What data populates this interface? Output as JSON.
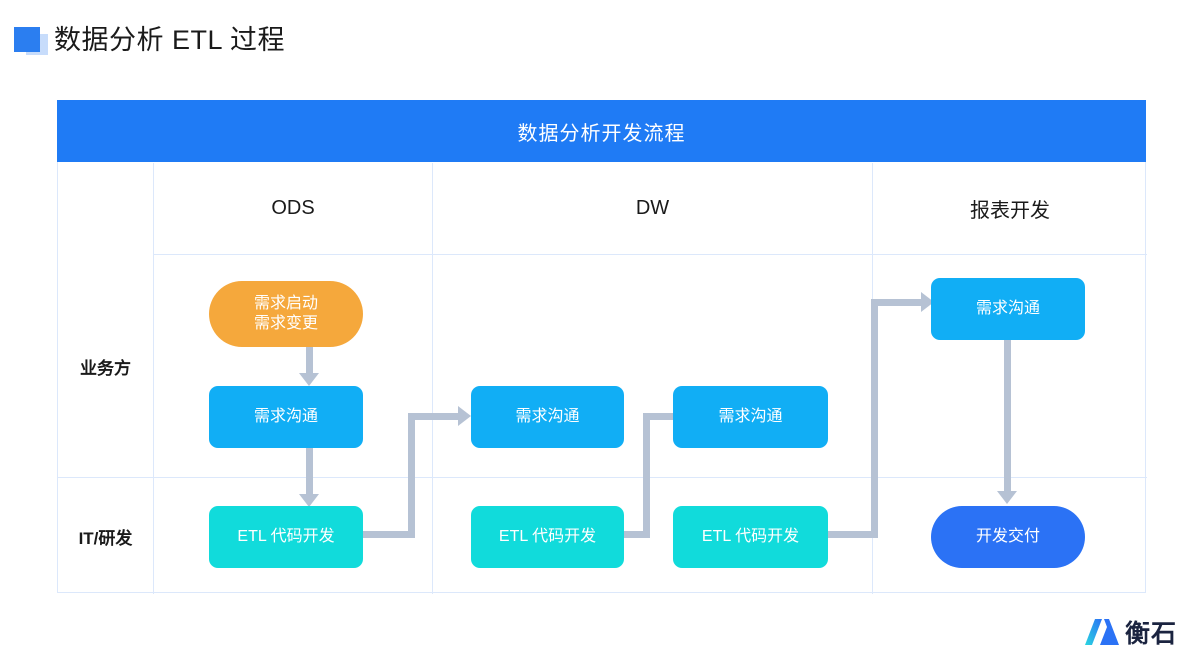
{
  "page": {
    "title": "数据分析 ETL 过程",
    "marker_color": "#2b7ef0",
    "marker_color_light": "#c7dcfb"
  },
  "diagram": {
    "header": "数据分析开发流程",
    "header_bg": "#1f7bf5",
    "columns": [
      {
        "id": "ods",
        "label": "ODS"
      },
      {
        "id": "dw",
        "label": "DW"
      },
      {
        "id": "report",
        "label": "报表开发"
      }
    ],
    "rows": [
      {
        "id": "business",
        "label": "业务方"
      },
      {
        "id": "it",
        "label": "IT/研发"
      }
    ],
    "nodes": [
      {
        "id": "req-start",
        "label": "需求启动\n需求变更",
        "shape": "pill",
        "color": "#f5a83c",
        "column": "ods",
        "row": "business"
      },
      {
        "id": "ods-req-comm",
        "label": "需求沟通",
        "shape": "rect",
        "color": "#11aef5",
        "column": "ods",
        "row": "business"
      },
      {
        "id": "ods-etl",
        "label": "ETL 代码开发",
        "shape": "rect",
        "color": "#11dbdb",
        "column": "ods",
        "row": "it"
      },
      {
        "id": "dw-req-comm-1",
        "label": "需求沟通",
        "shape": "rect",
        "color": "#11aef5",
        "column": "dw",
        "row": "business"
      },
      {
        "id": "dw-etl-1",
        "label": "ETL 代码开发",
        "shape": "rect",
        "color": "#11dbdb",
        "column": "dw",
        "row": "it"
      },
      {
        "id": "dw-req-comm-2",
        "label": "需求沟通",
        "shape": "rect",
        "color": "#11aef5",
        "column": "dw",
        "row": "business"
      },
      {
        "id": "dw-etl-2",
        "label": "ETL 代码开发",
        "shape": "rect",
        "color": "#11dbdb",
        "column": "dw",
        "row": "it"
      },
      {
        "id": "report-req-comm",
        "label": "需求沟通",
        "shape": "rect",
        "color": "#11aef5",
        "column": "report",
        "row": "business"
      },
      {
        "id": "report-delivery",
        "label": "开发交付",
        "shape": "pill",
        "color": "#2b72f5",
        "column": "report",
        "row": "it"
      }
    ],
    "connector_color": "#b6c2d4",
    "grid_line_color": "#dce8fb"
  },
  "logo": {
    "text": "衡石",
    "mark_color_start": "#2ad6e0",
    "mark_color_end": "#2b72f5"
  }
}
